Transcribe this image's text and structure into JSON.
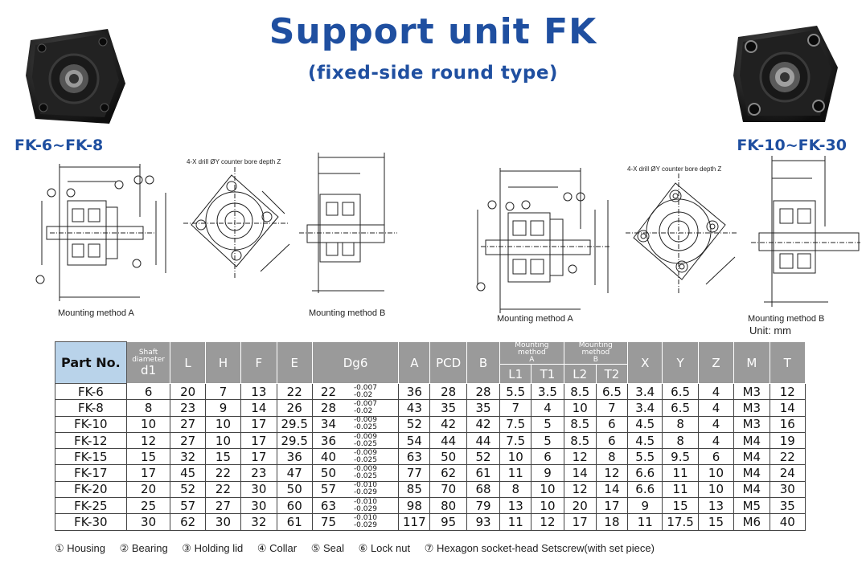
{
  "header": {
    "title": "Support unit FK",
    "subtitle": "(fixed-side round type)",
    "left_model": "FK-6~FK-8",
    "right_model": "FK-10~FK-30"
  },
  "drawings": {
    "left_captions": [
      "Mounting method A",
      "Mounting method B"
    ],
    "right_captions": [
      "Mounting method A",
      "Mounting method B"
    ],
    "drill_note": "4-X drill ØY counter bore depth Z",
    "unit": "Unit: mm"
  },
  "table": {
    "headers": {
      "part_no": "Part No.",
      "shaft_small": "Shaft",
      "shaft_small2": "diameter",
      "shaft_d1": "d1",
      "L": "L",
      "H": "H",
      "F": "F",
      "E": "E",
      "Dg6": "Dg6",
      "A": "A",
      "PCD": "PCD",
      "B": "B",
      "method_a_1": "Mounting method",
      "method_a_2": "A",
      "method_b_1": "Mounting method",
      "method_b_2": "B",
      "L1": "L1",
      "T1": "T1",
      "L2": "L2",
      "T2": "T2",
      "X": "X",
      "Y": "Y",
      "Z": "Z",
      "M": "M",
      "T": "T"
    },
    "rows": [
      {
        "part": "FK-6",
        "d1": "6",
        "L": "20",
        "H": "7",
        "F": "13",
        "E": "22",
        "Dg6": "22",
        "tol_u": "-0.007",
        "tol_l": "-0.02",
        "A": "36",
        "PCD": "28",
        "B": "28",
        "L1": "5.5",
        "T1": "3.5",
        "L2": "8.5",
        "T2": "6.5",
        "X": "3.4",
        "Y": "6.5",
        "Z": "4",
        "M": "M3",
        "T": "12"
      },
      {
        "part": "FK-8",
        "d1": "8",
        "L": "23",
        "H": "9",
        "F": "14",
        "E": "26",
        "Dg6": "28",
        "tol_u": "-0.007",
        "tol_l": "-0.02",
        "A": "43",
        "PCD": "35",
        "B": "35",
        "L1": "7",
        "T1": "4",
        "L2": "10",
        "T2": "7",
        "X": "3.4",
        "Y": "6.5",
        "Z": "4",
        "M": "M3",
        "T": "14"
      },
      {
        "part": "FK-10",
        "d1": "10",
        "L": "27",
        "H": "10",
        "F": "17",
        "E": "29.5",
        "Dg6": "34",
        "tol_u": "-0.009",
        "tol_l": "-0.025",
        "A": "52",
        "PCD": "42",
        "B": "42",
        "L1": "7.5",
        "T1": "5",
        "L2": "8.5",
        "T2": "6",
        "X": "4.5",
        "Y": "8",
        "Z": "4",
        "M": "M3",
        "T": "16"
      },
      {
        "part": "FK-12",
        "d1": "12",
        "L": "27",
        "H": "10",
        "F": "17",
        "E": "29.5",
        "Dg6": "36",
        "tol_u": "-0.009",
        "tol_l": "-0.025",
        "A": "54",
        "PCD": "44",
        "B": "44",
        "L1": "7.5",
        "T1": "5",
        "L2": "8.5",
        "T2": "6",
        "X": "4.5",
        "Y": "8",
        "Z": "4",
        "M": "M4",
        "T": "19"
      },
      {
        "part": "FK-15",
        "d1": "15",
        "L": "32",
        "H": "15",
        "F": "17",
        "E": "36",
        "Dg6": "40",
        "tol_u": "-0.009",
        "tol_l": "-0.025",
        "A": "63",
        "PCD": "50",
        "B": "52",
        "L1": "10",
        "T1": "6",
        "L2": "12",
        "T2": "8",
        "X": "5.5",
        "Y": "9.5",
        "Z": "6",
        "M": "M4",
        "T": "22"
      },
      {
        "part": "FK-17",
        "d1": "17",
        "L": "45",
        "H": "22",
        "F": "23",
        "E": "47",
        "Dg6": "50",
        "tol_u": "-0.009",
        "tol_l": "-0.025",
        "A": "77",
        "PCD": "62",
        "B": "61",
        "L1": "11",
        "T1": "9",
        "L2": "14",
        "T2": "12",
        "X": "6.6",
        "Y": "11",
        "Z": "10",
        "M": "M4",
        "T": "24"
      },
      {
        "part": "FK-20",
        "d1": "20",
        "L": "52",
        "H": "22",
        "F": "30",
        "E": "50",
        "Dg6": "57",
        "tol_u": "-0.010",
        "tol_l": "-0.029",
        "A": "85",
        "PCD": "70",
        "B": "68",
        "L1": "8",
        "T1": "10",
        "L2": "12",
        "T2": "14",
        "X": "6.6",
        "Y": "11",
        "Z": "10",
        "M": "M4",
        "T": "30"
      },
      {
        "part": "FK-25",
        "d1": "25",
        "L": "57",
        "H": "27",
        "F": "30",
        "E": "60",
        "Dg6": "63",
        "tol_u": "-0.010",
        "tol_l": "-0.029",
        "A": "98",
        "PCD": "80",
        "B": "79",
        "L1": "13",
        "T1": "10",
        "L2": "20",
        "T2": "17",
        "X": "9",
        "Y": "15",
        "Z": "13",
        "M": "M5",
        "T": "35"
      },
      {
        "part": "FK-30",
        "d1": "30",
        "L": "62",
        "H": "30",
        "F": "32",
        "E": "61",
        "Dg6": "75",
        "tol_u": "-0.010",
        "tol_l": "-0.029",
        "A": "117",
        "PCD": "95",
        "B": "93",
        "L1": "11",
        "T1": "12",
        "L2": "17",
        "T2": "18",
        "X": "11",
        "Y": "17.5",
        "Z": "15",
        "M": "M6",
        "T": "40"
      }
    ]
  },
  "legend": [
    "① Housing",
    "② Bearing",
    "③ Holding lid",
    "④ Collar",
    "⑤ Seal",
    "⑥ Lock nut",
    "⑦ Hexagon socket-head Setscrew(with set piece)"
  ]
}
